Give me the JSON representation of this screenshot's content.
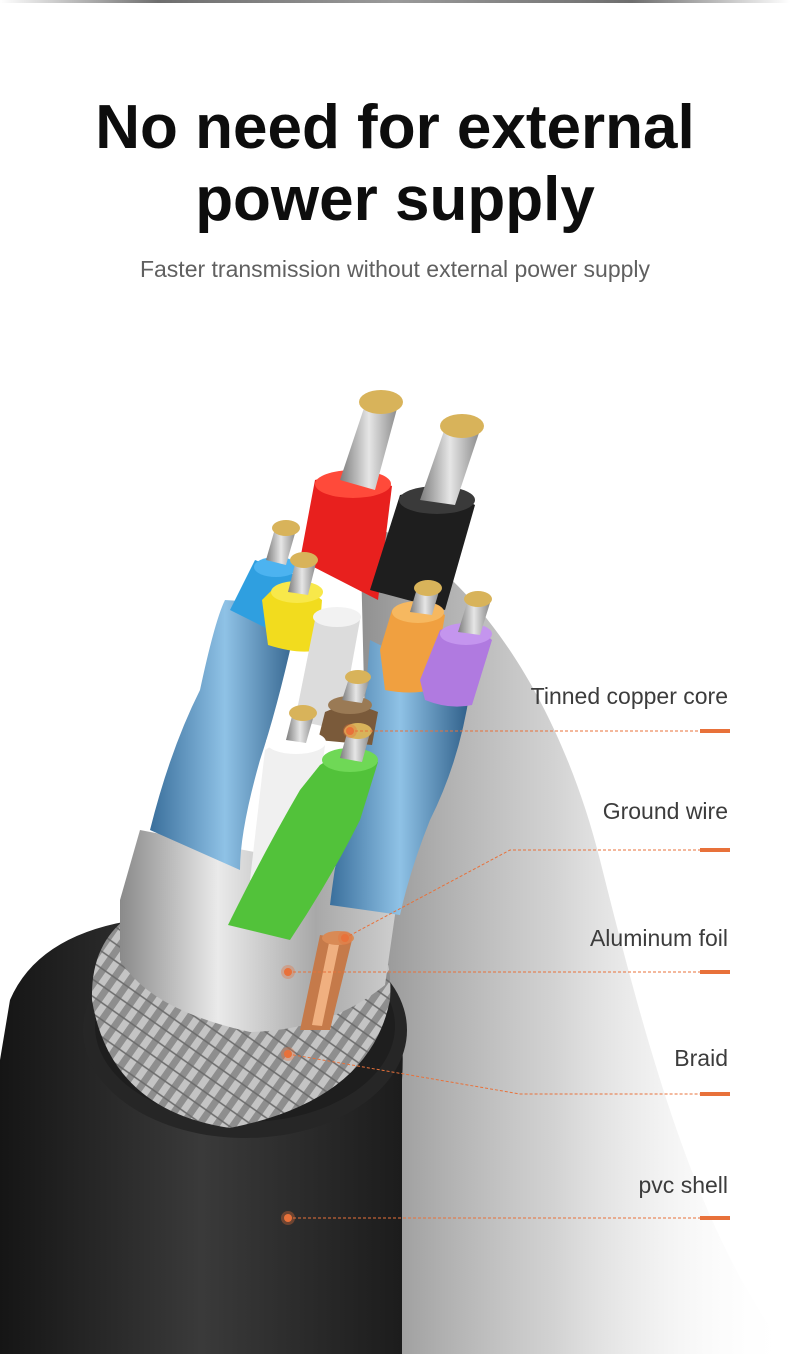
{
  "title": {
    "line1": "No need for external",
    "line2": "power supply"
  },
  "subtitle": "Faster transmission without external power supply",
  "callouts": [
    {
      "label": "Tinned copper core"
    },
    {
      "label": "Ground wire"
    },
    {
      "label": "Aluminum foil"
    },
    {
      "label": "Braid"
    },
    {
      "label": "pvc shell"
    }
  ],
  "colors": {
    "accent": "#e8713a",
    "headline": "#0d0d0d",
    "subtitle": "#606060",
    "label": "#3c3c3c",
    "jacket": "#2a2a2a",
    "wires": [
      "#e8201e",
      "#1e1e1e",
      "#2f9fe0",
      "#f2dc1e",
      "#f0a040",
      "#b07ae0",
      "#f0f0f0",
      "#7a5a3a",
      "#52c23a",
      "#dcdcdc"
    ]
  }
}
